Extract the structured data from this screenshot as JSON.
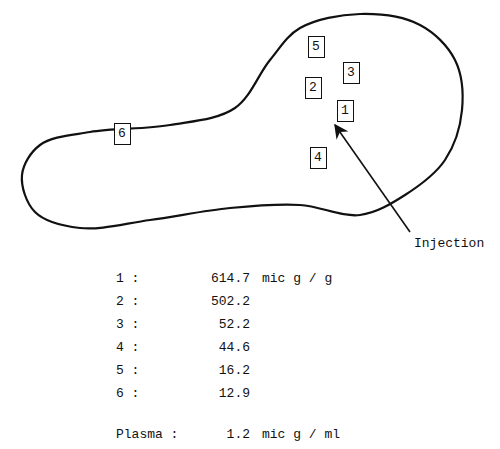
{
  "diagram": {
    "nodes": [
      {
        "text": [
          "1"
        ]
      },
      {
        "text": [
          "2"
        ]
      },
      {
        "text": [
          "3"
        ]
      },
      {
        "text": [
          "4"
        ]
      },
      {
        "text": [
          "5"
        ]
      },
      {
        "text": [
          "6"
        ]
      }
    ],
    "labels": [
      "Injection",
      "1 :",
      "614.7",
      "mic g / g",
      "2 :",
      "502.2",
      "3 :",
      "52.2",
      "4 :",
      "44.6",
      "5 :",
      "16.2",
      "6 :",
      "12.9",
      "Plasma :",
      "1.2",
      "mic g / ml"
    ]
  }
}
